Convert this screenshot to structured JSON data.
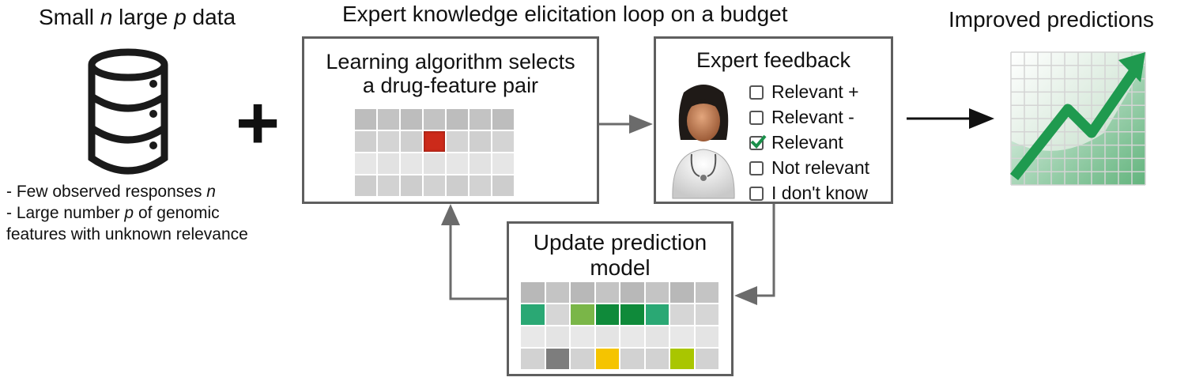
{
  "left": {
    "title_parts": [
      "Small ",
      "n",
      " large ",
      "p",
      " data"
    ],
    "bullet1_parts": [
      "- Few observed responses ",
      "n"
    ],
    "bullet2_parts": [
      "- Large number ",
      "p",
      " of genomic"
    ],
    "bullet3": "features with unknown relevance",
    "icon": "database-icon",
    "plus": "+"
  },
  "loop_title": "Expert knowledge elicitation loop on a budget",
  "selection_box": {
    "title_line1": "Learning algorithm selects",
    "title_line2": "a drug-feature pair",
    "selected_color": "#cc2a1a"
  },
  "feedback_box": {
    "title": "Expert feedback",
    "icon": "doctor-icon",
    "options": [
      {
        "label": "Relevant +",
        "checked": false
      },
      {
        "label": "Relevant -",
        "checked": false
      },
      {
        "label": "Relevant",
        "checked": true
      },
      {
        "label": "Not relevant",
        "checked": false
      },
      {
        "label": "I don't know",
        "checked": false
      }
    ],
    "check_color": "#1a8f4a"
  },
  "update_box": {
    "title_line1": "Update prediction",
    "title_line2": "model"
  },
  "right": {
    "title": "Improved predictions",
    "icon": "trend-chart-icon",
    "accent": "#1f9a4f"
  }
}
